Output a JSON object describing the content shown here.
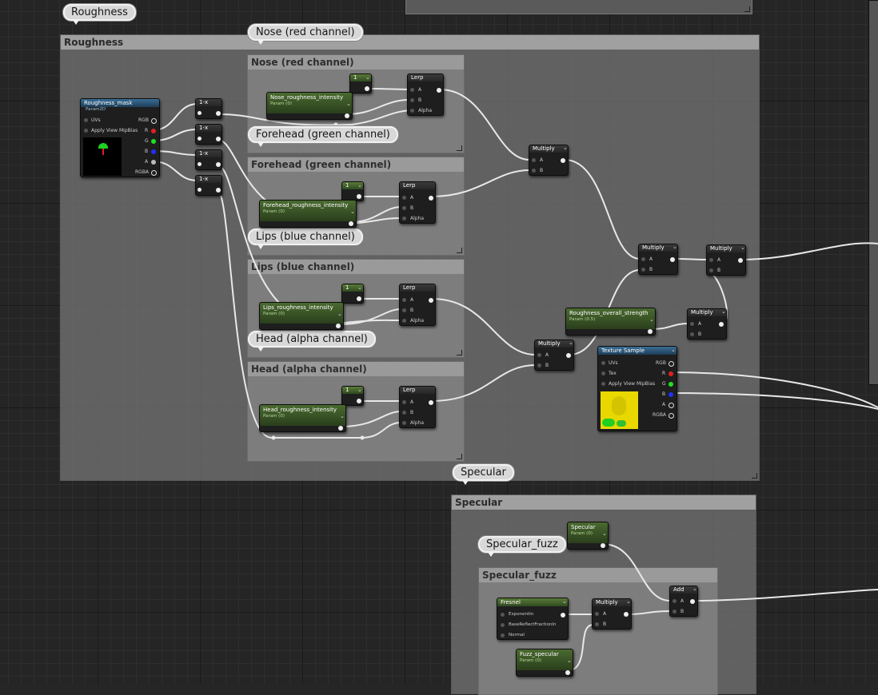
{
  "groups": {
    "roughness": {
      "bubble": "Roughness",
      "header": "Roughness"
    },
    "nose": {
      "bubble": "Nose (red channel)",
      "header": "Nose (red channel)"
    },
    "forehead": {
      "bubble": "Forehead (green channel)",
      "header": "Forehead (green channel)"
    },
    "lips": {
      "bubble": "Lips (blue channel)",
      "header": "Lips (blue channel)"
    },
    "head": {
      "bubble": "Head (alpha channel)",
      "header": "Head (alpha channel)"
    },
    "specular": {
      "bubble": "Specular",
      "header": "Specular"
    },
    "specular_fuzz": {
      "bubble": "Specular_fuzz",
      "header": "Specular_fuzz"
    }
  },
  "nodes": {
    "roughness_mask": {
      "title": "Roughness_mask",
      "sub": "Param2D",
      "inputs": [
        "UVs",
        "Apply View MipBias"
      ],
      "outputs": [
        "RGB",
        "R",
        "G",
        "B",
        "A",
        "RGBA"
      ]
    },
    "one_minus": {
      "title": "1-x"
    },
    "const_one": {
      "title": "1"
    },
    "lerp": {
      "title": "Lerp",
      "pins": [
        "A",
        "B",
        "Alpha"
      ]
    },
    "nose_param": {
      "title": "Nose_roughness_intensity",
      "sub": "Param (0)"
    },
    "forehead_param": {
      "title": "Forehead_roughness_intensity",
      "sub": "Param (0)"
    },
    "lips_param": {
      "title": "Lips_roughness_intensity",
      "sub": "Param (0)"
    },
    "head_param": {
      "title": "Head_roughness_intensity",
      "sub": "Param (0)"
    },
    "multiply": {
      "title": "Multiply",
      "pins": [
        "A",
        "B"
      ]
    },
    "overall_param": {
      "title": "Roughness_overall_strength",
      "sub": "Param (0.5)"
    },
    "texture_sample": {
      "title": "Texture Sample",
      "inputs": [
        "UVs",
        "Tex",
        "Apply View MipBias"
      ],
      "outputs": [
        "RGB",
        "R",
        "G",
        "B",
        "A",
        "RGBA"
      ]
    },
    "specular_param": {
      "title": "Specular",
      "sub": "Param (0)"
    },
    "add": {
      "title": "Add",
      "pins": [
        "A",
        "B"
      ]
    },
    "fresnel": {
      "title": "Fresnel",
      "inputs": [
        "ExponentIn",
        "BaseReflectFractionIn",
        "Normal"
      ]
    },
    "fuzz_param": {
      "title": "Fuzz_specular",
      "sub": "Param (0)"
    }
  },
  "colors": {
    "pin_r": "#e02020",
    "pin_g": "#20e020",
    "pin_b": "#2030ff",
    "param_green": "#4a6a30",
    "texture_blue": "#3a6e95"
  }
}
